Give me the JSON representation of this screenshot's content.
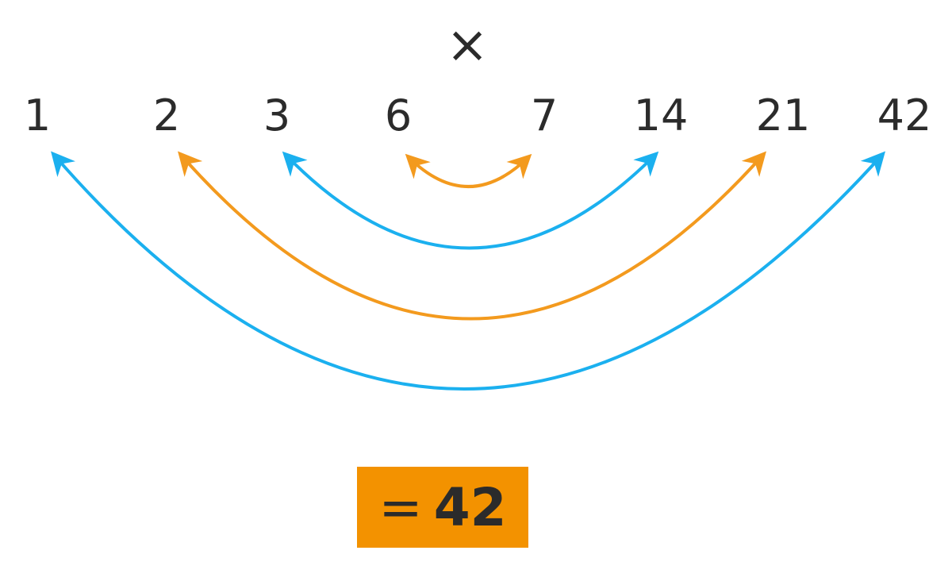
{
  "operator": "×",
  "factors": [
    "1",
    "2",
    "3",
    "6",
    "7",
    "14",
    "21",
    "42"
  ],
  "pairs": [
    {
      "left": "1",
      "right": "42",
      "color": "#1bb0ef"
    },
    {
      "left": "2",
      "right": "21",
      "color": "#f39a1e"
    },
    {
      "left": "3",
      "right": "14",
      "color": "#1bb0ef"
    },
    {
      "left": "6",
      "right": "7",
      "color": "#f39a1e"
    }
  ],
  "result": {
    "equals": "=",
    "value": "42",
    "color": "#f39200"
  }
}
